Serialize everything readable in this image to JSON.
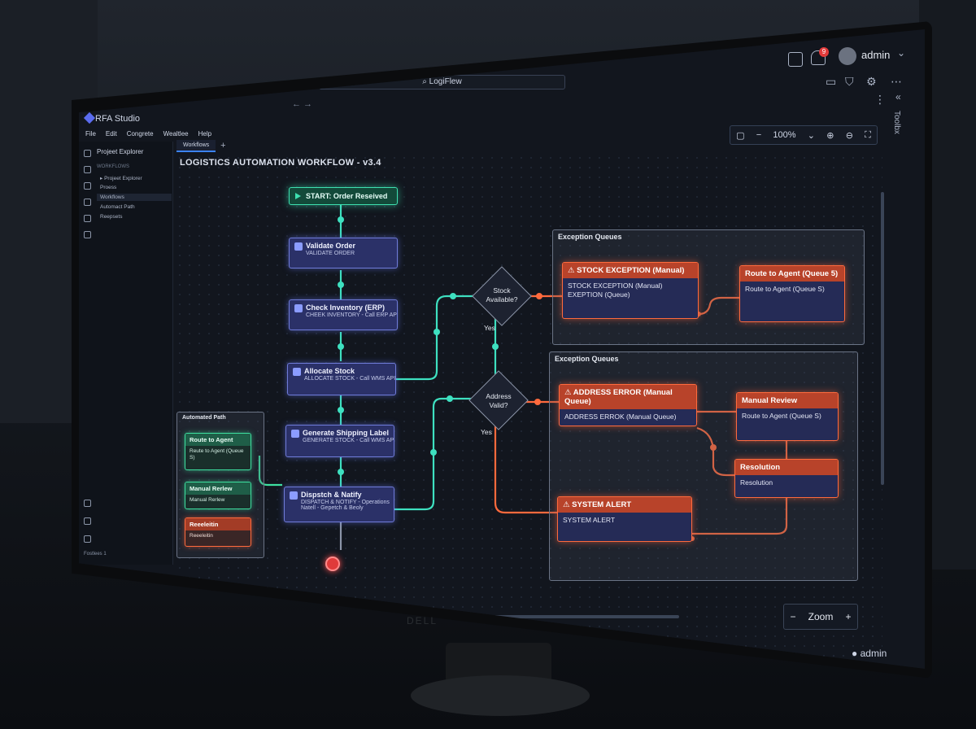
{
  "topbar": {
    "badge": "9",
    "user": "admin",
    "address": "⌕ LogiFlew",
    "nav": "←  →"
  },
  "app": {
    "title": "RFA Studio",
    "menu": [
      "File",
      "Edit",
      "Congrete",
      "Wealtlee",
      "Help"
    ]
  },
  "sidebar": {
    "header": "Projeet Explorer",
    "sub": "WORKFLOWS",
    "items": [
      "▸ Projeet Explorer",
      "Proess",
      "Workflows",
      "Automact Path",
      "Reepsets"
    ],
    "footer": "Fostlees  1"
  },
  "tabs": {
    "active": "Workflows",
    "plus": "+"
  },
  "zoom": {
    "value": "100%",
    "control_label": "Zoom",
    "minus": "−",
    "plus": "+"
  },
  "toolbox": "Toolbx",
  "workflow": {
    "title": "LOGISTICS AUTOMATION WORKFLOW - v3.4",
    "start": "START: Order Reseived",
    "nodes": [
      {
        "title": "Validate Order",
        "sub": "VALIDATE ORDER"
      },
      {
        "title": "Check Inventory (ERP)",
        "sub": "CHEEK INVENTORY - Call ERP API"
      },
      {
        "title": "Allocate Stock",
        "sub": "ALLOCATE STOCK - Call WMS API"
      },
      {
        "title": "Generate Shipping Label",
        "sub": "GENERATE STOCK - Call WMS API"
      },
      {
        "title": "Dispstch & Natify",
        "sub": "DISPATCH & NOTIFY - Operations",
        "sub2": "Natell - Gepetch & Beoly"
      }
    ],
    "decisions": [
      {
        "label": "Stock Available?",
        "yes": "Yes"
      },
      {
        "label": "Address Valid?",
        "yes": "Yes"
      }
    ],
    "group1": {
      "title": "Exception Queues",
      "a_head": "⚠ STOCK EXCEPTION (Manual)",
      "a_body": "STOCK EXCEPTION (Manual) EXEPTION (Queue)",
      "b_head": "Route to Agent (Queue 5)",
      "b_body": "Route to Agent (Queue S)"
    },
    "group2": {
      "title": "Exception Queues",
      "a_head": "⚠ ADDRESS ERROR (Manual Queue)",
      "a_body": "ADDRESS ERROK (Manual Queue)",
      "b_head": "Manual Review",
      "b_body": "Route to Agent (Queue S)",
      "c_head": "Resolution",
      "c_body": "Resolution",
      "d_head": "⚠ SYSTEM ALERT",
      "d_body": "SYSTEM ALERT"
    },
    "auto": {
      "title": "Automated Path",
      "a_head": "Route to Agent",
      "a_body": "Reute to Agent (Queue S)",
      "b_head": "Manual Rerlew",
      "b_body": "Manual Rerlew",
      "c_head": "Reeeleitin",
      "c_body": "Reeeleitin"
    }
  },
  "footer_user": "admin",
  "brand": "DELL"
}
